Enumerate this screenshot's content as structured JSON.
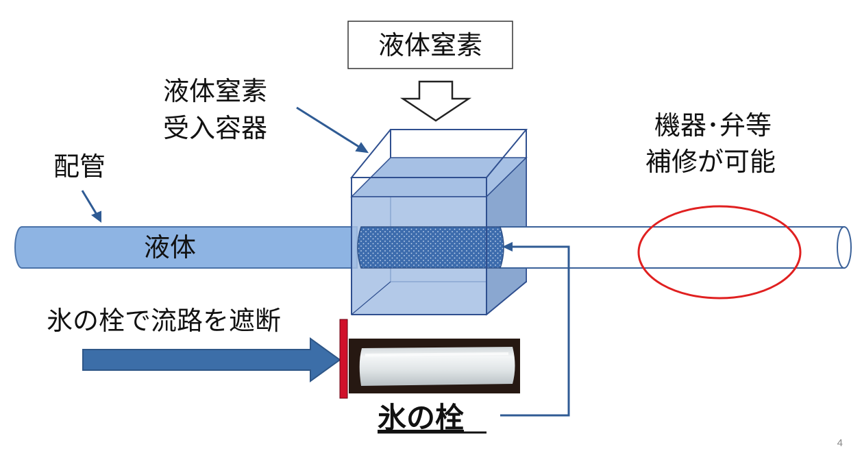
{
  "labels": {
    "ln2_box": "液体窒素",
    "container_line1": "液体窒素",
    "container_line2": "受入容器",
    "pipe": "配管",
    "liquid": "液体",
    "repair_line1": "機器･弁等",
    "repair_line2": "補修が可能",
    "block_flow": "氷の栓で流路を遮断",
    "ice_plug": "氷の栓",
    "page_number": "4"
  },
  "colors": {
    "pipe_fill": "#8eb4e3",
    "pipe_stroke": "#4a72a8",
    "arrow_blue": "#3c6ea8",
    "box_stroke": "#2f4f8f",
    "red_ellipse": "#e02020",
    "red_bar": "#d0102a",
    "text": "#111111"
  }
}
